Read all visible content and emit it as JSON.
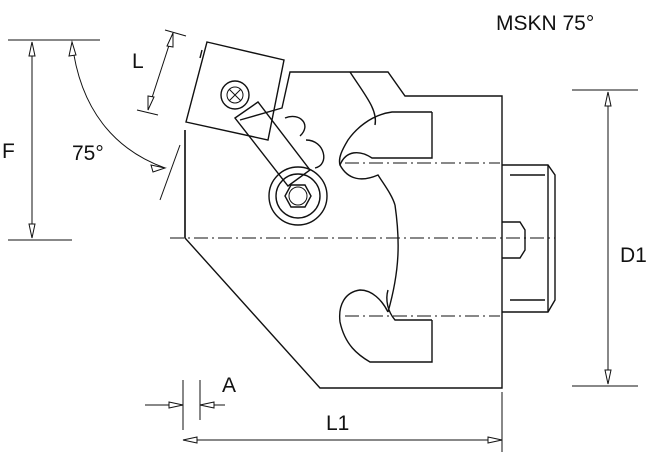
{
  "title": "MSKN 75°",
  "dimensions": {
    "L": "L",
    "F": "F",
    "angle": "75°",
    "A": "A",
    "L1": "L1",
    "D1": "D1"
  }
}
